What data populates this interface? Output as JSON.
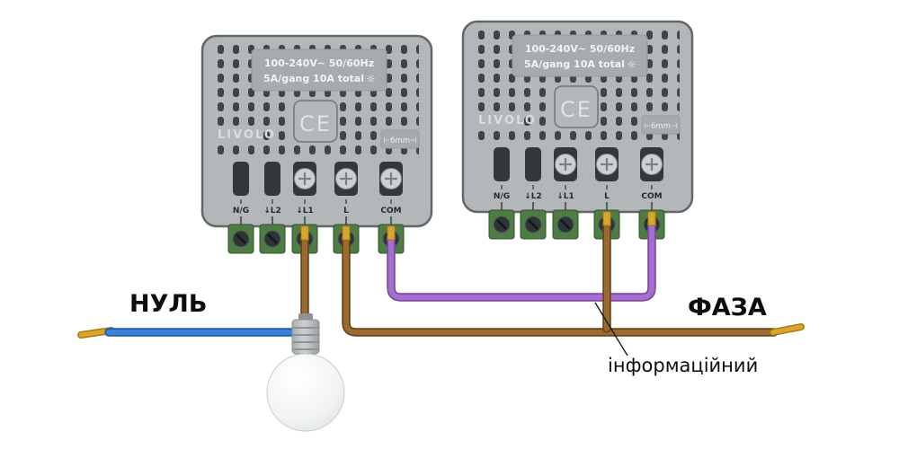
{
  "module": {
    "ratings_line1": "100-240V~  50/60Hz",
    "ratings_line2": "5A/gang 10A total",
    "sun_icon": "☼",
    "brand": "LIVOLO",
    "ce_mark": "CE",
    "wire_gauge": "⊢6mm⊣",
    "terminals": [
      "N/G",
      "↓L2",
      "↓L1",
      "L",
      "COM"
    ]
  },
  "labels": {
    "neutral": "НУЛЬ",
    "phase": "ФАЗА",
    "signal": "інформаційний"
  },
  "colors": {
    "neutral_wire": "#3a82d8",
    "phase_wire": "#9a6a2e",
    "signal_wire": "#a66fce",
    "wire_tip": "#d9a62b",
    "module_body": "#b3b7b9",
    "terminal_block_green": "#4d7c44"
  }
}
